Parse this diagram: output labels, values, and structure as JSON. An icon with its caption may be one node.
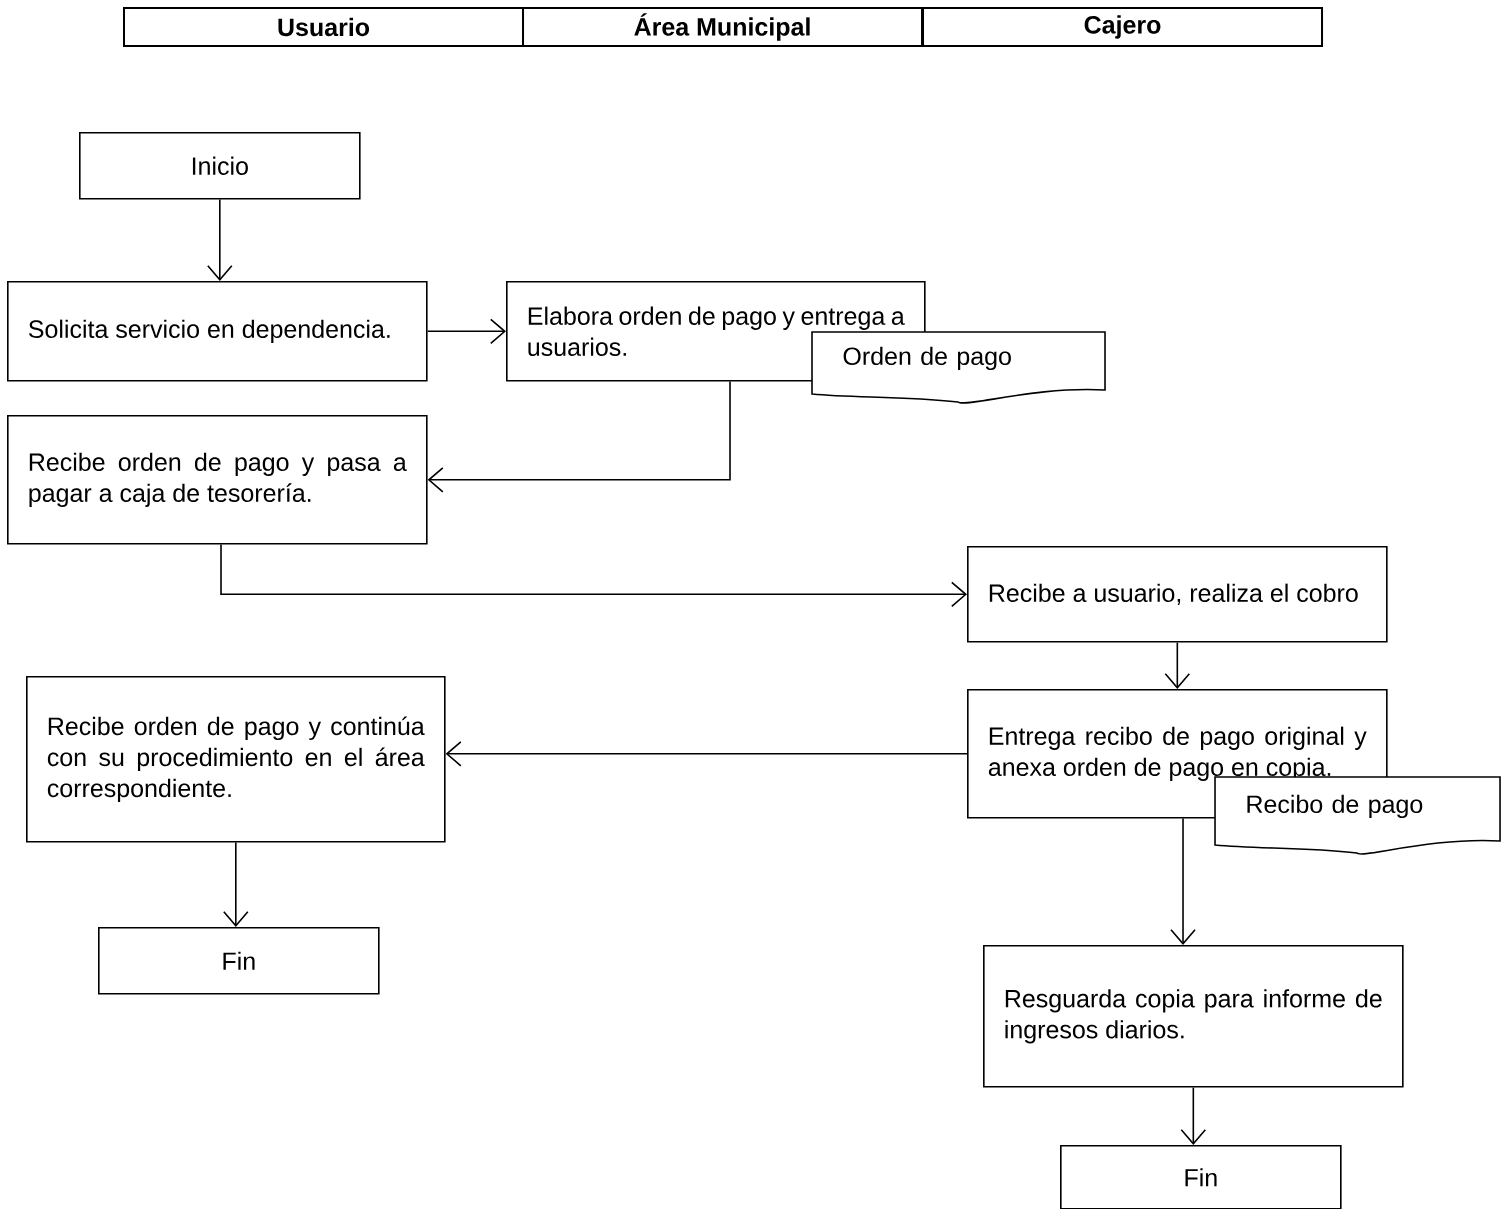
{
  "diagram": {
    "nodes": [
      {
        "text": [
          "Inicio"
        ]
      },
      {
        "text": [
          "Solicita servicio en dependencia."
        ]
      },
      {
        "text": [
          "Elabora orden de pago y entrega a usuarios."
        ]
      },
      {
        "text": [
          "Orden de pago"
        ]
      },
      {
        "text": [
          "Recibe orden de pago y pasa a pagar a caja de tesorería."
        ]
      },
      {
        "text": [
          "Recibe a usuario, realiza el cobro"
        ]
      },
      {
        "text": [
          "Recibe orden de pago y continúa con su procedimiento en el área correspondiente."
        ]
      },
      {
        "text": [
          "Entrega recibo de pago original y anexa orden de pago en copia."
        ]
      },
      {
        "text": [
          "Recibo de pago"
        ]
      },
      {
        "text": [
          "Fin"
        ]
      },
      {
        "text": [
          "Resguarda copia para informe de ingresos diarios."
        ]
      },
      {
        "text": [
          "Fin"
        ]
      }
    ],
    "edges": [
      {
        "from": 0,
        "to": 1,
        "arrow": "to"
      },
      {
        "from": 1,
        "to": 2,
        "arrow": "to"
      },
      {
        "from": 2,
        "to": 4,
        "arrow": "to"
      },
      {
        "from": 4,
        "to": 5,
        "arrow": "to"
      },
      {
        "from": 5,
        "to": 7,
        "arrow": "to"
      },
      {
        "from": 7,
        "to": 6,
        "arrow": "to"
      },
      {
        "from": 6,
        "to": 9,
        "arrow": "to"
      },
      {
        "from": 7,
        "to": 10,
        "arrow": "to"
      },
      {
        "from": 10,
        "to": 11,
        "arrow": "to"
      }
    ],
    "labels": [
      "Usuario",
      "Área Municipal",
      "Cajero"
    ]
  }
}
